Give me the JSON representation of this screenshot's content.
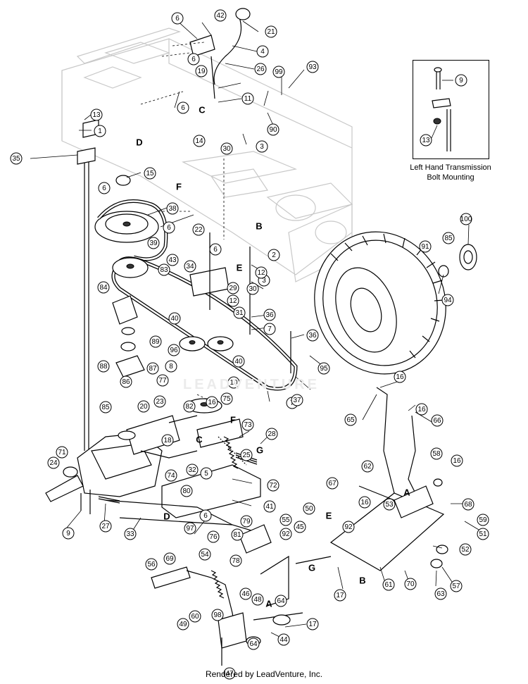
{
  "inset": {
    "caption_line1": "Left Hand Transmission",
    "caption_line2": "Bolt Mounting",
    "callouts": [
      "9",
      "13"
    ]
  },
  "watermark": "LEADVENTURE",
  "footer": "Rendered by LeadVenture, Inc.",
  "part_callouts": [
    "1",
    "3",
    "3",
    "4",
    "5",
    "6",
    "6",
    "6",
    "6",
    "6",
    "6",
    "6",
    "7",
    "7",
    "8",
    "9",
    "10",
    "11",
    "12",
    "12",
    "13",
    "14",
    "15",
    "16",
    "16",
    "16",
    "16",
    "16",
    "17",
    "17",
    "18",
    "19",
    "20",
    "21",
    "22",
    "23",
    "24",
    "25",
    "26",
    "27",
    "28",
    "29",
    "30",
    "30",
    "31",
    "32",
    "33",
    "34",
    "35",
    "36",
    "36",
    "37",
    "38",
    "39",
    "40",
    "40",
    "41",
    "42",
    "43",
    "44",
    "45",
    "46",
    "47",
    "48",
    "49",
    "50",
    "51",
    "52",
    "53",
    "54",
    "55",
    "56",
    "57",
    "58",
    "59",
    "60",
    "61",
    "62",
    "63",
    "64",
    "64",
    "65",
    "66",
    "67",
    "68",
    "69",
    "70",
    "71",
    "72",
    "73",
    "74",
    "75",
    "76",
    "77",
    "78",
    "79",
    "80",
    "81",
    "82",
    "83",
    "84",
    "85",
    "85",
    "86",
    "87",
    "88",
    "89",
    "90",
    "91",
    "92",
    "92",
    "93",
    "94",
    "95",
    "96",
    "97",
    "98",
    "99",
    "100",
    "2"
  ],
  "reference_letters": [
    "A",
    "A",
    "B",
    "B",
    "C",
    "C",
    "D",
    "D",
    "E",
    "E",
    "F",
    "F",
    "G",
    "G"
  ]
}
